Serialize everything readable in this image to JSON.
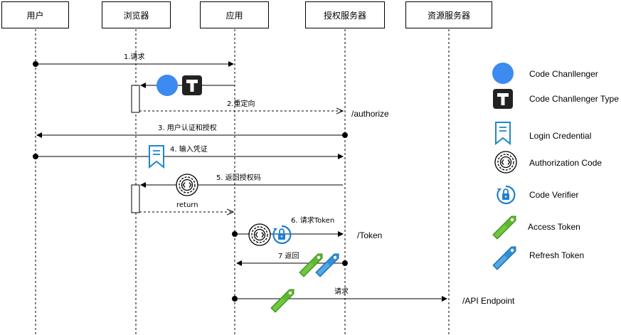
{
  "actors": {
    "user": "用户",
    "browser": "浏览器",
    "app": "应用",
    "auth_server": "授权服务器",
    "resource_server": "资源服务器"
  },
  "messages": {
    "m1": "1.请求",
    "m2": "2.重定向",
    "m3": "3. 用户认证和授权",
    "m4": "4. 输入凭证",
    "m5": "5. 返回授权码",
    "m_return": "return",
    "m6": "6. 请求Token",
    "m7": "7 返回",
    "m8": "请求"
  },
  "endpoints": {
    "authorize": "/authorize",
    "token": "/Token",
    "api": "/API Endpoint"
  },
  "legend": {
    "code_challenger": "Code Chanllenger",
    "code_challenger_type": "Code Chanllenger Type",
    "login_credential": "Login Credential",
    "authorization_code": "Authorization Code",
    "code_verifier": "Code Verifier",
    "access_token": "Access Token",
    "refresh_token": "Refresh Token"
  },
  "colors": {
    "challenger_blue": "#3d8af0",
    "credential_blue": "#1e88c8",
    "access_green": "#5cb82f",
    "refresh_blue": "#2f8fd8",
    "type_icon_dark": "#222222"
  },
  "icons": {
    "code_challenger": "blue-circle-icon",
    "code_challenger_type": "letter-t-icon",
    "login_credential": "bookmark-ribbon-icon",
    "authorization_code": "code-seal-icon",
    "code_verifier": "refresh-lock-icon",
    "access_token": "green-tag-icon",
    "refresh_token": "blue-tag-icon"
  }
}
